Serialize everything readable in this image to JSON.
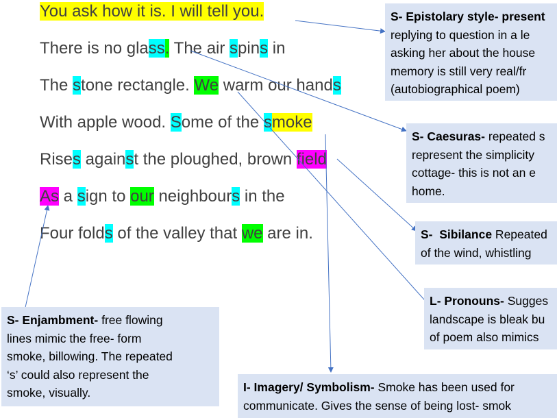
{
  "colors": {
    "cyan": "#00ffff",
    "green": "#00ff00",
    "yellow": "#ffff00",
    "magenta": "#ff00ff",
    "box": "#dae3f3",
    "arrow": "#4472c4"
  },
  "poem": [
    [
      {
        "t": "You ask how it is. I will tell you.",
        "h": "yellow"
      }
    ],
    [
      {
        "t": "There is no gla"
      },
      {
        "t": "ss",
        "h": "cyan"
      },
      {
        "t": ".",
        "h": "green"
      },
      {
        "t": " The air "
      },
      {
        "t": "s",
        "h": "cyan"
      },
      {
        "t": "pin"
      },
      {
        "t": "s",
        "h": "cyan"
      },
      {
        "t": " in"
      }
    ],
    [
      {
        "t": "The "
      },
      {
        "t": "s",
        "h": "cyan"
      },
      {
        "t": "tone rectangle. "
      },
      {
        "t": "We",
        "h": "green"
      },
      {
        "t": " warm our hand"
      },
      {
        "t": "s",
        "h": "cyan"
      }
    ],
    [
      {
        "t": "With apple wood. "
      },
      {
        "t": "S",
        "h": "cyan"
      },
      {
        "t": "ome of the "
      },
      {
        "t": "s",
        "h": "cyan"
      },
      {
        "t": "moke",
        "h": "yellow"
      }
    ],
    [
      {
        "t": "Rise"
      },
      {
        "t": "s",
        "h": "cyan"
      },
      {
        "t": " again"
      },
      {
        "t": "s",
        "h": "cyan"
      },
      {
        "t": "t the ploughed, brown "
      },
      {
        "t": "field",
        "h": "magenta"
      }
    ],
    [
      {
        "t": "As",
        "h": "magenta"
      },
      {
        "t": " a "
      },
      {
        "t": "s",
        "h": "cyan"
      },
      {
        "t": "ign to "
      },
      {
        "t": "our",
        "h": "green"
      },
      {
        "t": " neighbour"
      },
      {
        "t": "s",
        "h": "cyan"
      },
      {
        "t": " in the"
      }
    ],
    [
      {
        "t": "Four fold"
      },
      {
        "t": "s",
        "h": "cyan"
      },
      {
        "t": " of the valley that "
      },
      {
        "t": "we",
        "h": "green"
      },
      {
        "t": " are in."
      }
    ]
  ],
  "annotations": {
    "epistolary": {
      "heading": "S- Epistolary style- present",
      "lines": [
        "replying to question in a le",
        "asking her about the house",
        "memory is still very real/fr",
        "(autobiographical poem)"
      ]
    },
    "caesuras": {
      "heading": "S- Caesuras-",
      "rest": " repeated s",
      "lines": [
        "represent the simplicity",
        "cottage- this is not an e",
        "home."
      ]
    },
    "sibilance": {
      "heading": "S-  Sibilance",
      "rest": " Repeated",
      "lines": [
        "of the wind, whistling"
      ]
    },
    "pronouns": {
      "heading": "L- Pronouns-",
      "rest": " Sugges",
      "lines": [
        "landscape is bleak bu",
        "of poem also mimics"
      ]
    },
    "enjambment": {
      "heading": "S- Enjambment-",
      "rest": " free flowing",
      "lines": [
        "lines mimic the free- form",
        "smoke, billowing. The repeated",
        "‘s’ could also represent the",
        "smoke, visually."
      ]
    },
    "imagery": {
      "heading": "I- Imagery/ Symbolism-",
      "rest": " Smoke has been used for",
      "lines": [
        "communicate. Gives the sense of being lost- smok"
      ]
    }
  }
}
